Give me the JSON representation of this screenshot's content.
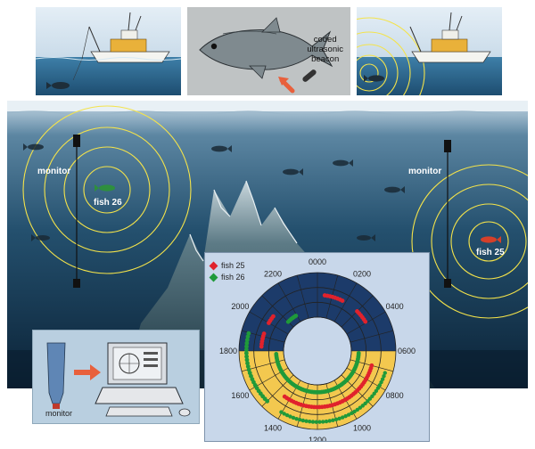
{
  "top_panels": {
    "beacon_label_line1": "coded",
    "beacon_label_line2": "ultrasonic",
    "beacon_label_line3": "beacon"
  },
  "scene": {
    "monitor_left_label": "monitor",
    "monitor_right_label": "monitor",
    "fish_left_label": "fish 26",
    "fish_right_label": "fish 25"
  },
  "inset_monitor": {
    "caption": "monitor"
  },
  "chart_data": {
    "type": "scatter",
    "series": [
      {
        "name": "fish 25",
        "color": "#e0222c"
      },
      {
        "name": "fish 26",
        "color": "#1f9a3a"
      }
    ],
    "hour_labels": [
      "0000",
      "0200",
      "0400",
      "0600",
      "0800",
      "1000",
      "1200",
      "1400",
      "1600",
      "1800",
      "2000",
      "2200"
    ],
    "night_color": "#1c3b6a",
    "day_color": "#f3c84f"
  },
  "colors": {
    "water_deep": "#0e2c43",
    "water_mid": "#2a5a78",
    "ring": "#f4e34a",
    "arrow": "#e8603c"
  }
}
